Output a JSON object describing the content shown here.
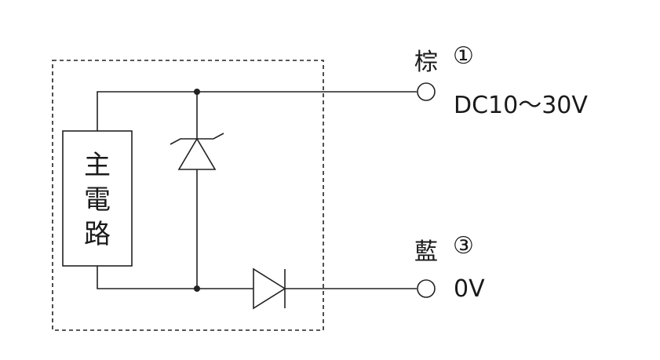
{
  "diagram": {
    "main_circuit_label": [
      "主",
      "電",
      "路"
    ],
    "terminals": [
      {
        "color_label": "棕",
        "number": "①",
        "value": "DC10～30V"
      },
      {
        "color_label": "藍",
        "number": "③",
        "value": "0V"
      }
    ]
  }
}
